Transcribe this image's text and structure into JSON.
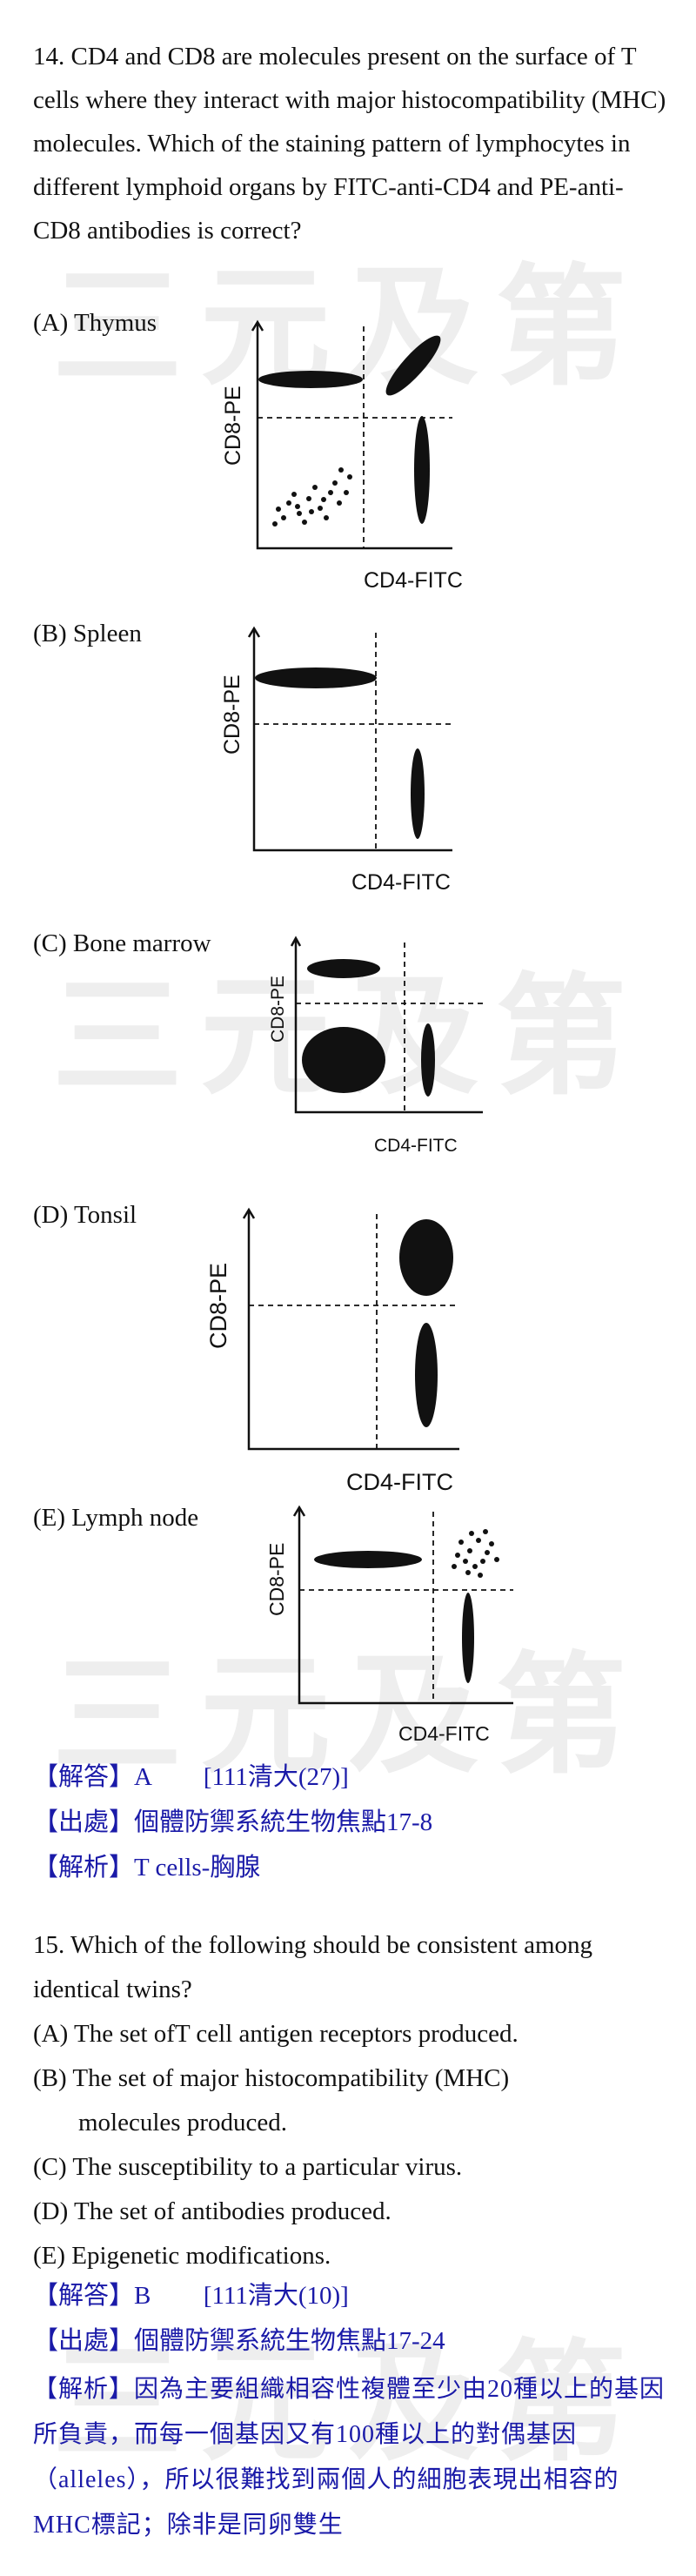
{
  "watermark": "三元及第",
  "q14": {
    "stem": "14. CD4 and CD8 are molecules present on the surface of T cells where they interact with major histocompatibility (MHC) molecules. Which of the staining pattern of lymphocytes in different lymphoid organs by FITC-anti-CD4 and PE-anti-CD8 antibodies is correct?",
    "options": [
      {
        "label": "(A) Thymus",
        "xlabel": "CD4-FITC",
        "ylabel": "CD8-PE"
      },
      {
        "label": "(B) Spleen",
        "xlabel": "CD4-FITC",
        "ylabel": "CD8-PE"
      },
      {
        "label": "(C) Bone marrow",
        "xlabel": "CD4-FITC",
        "ylabel": "CD8-PE"
      },
      {
        "label": "(D) Tonsil",
        "xlabel": "CD4-FITC",
        "ylabel": "CD8-PE"
      },
      {
        "label": "(E) Lymph node",
        "xlabel": "CD4-FITC",
        "ylabel": "CD8-PE"
      }
    ],
    "answer_tag": "【解答】",
    "answer": "A",
    "answer_src": "[111清大(27)]",
    "source_tag": "【出處】",
    "source": "個體防禦系統生物焦點17-8",
    "analysis_tag": "【解析】",
    "analysis": "T cells-胸腺"
  },
  "q15": {
    "stem": "15. Which of the following should be consistent among identical twins?",
    "opt_a": "(A) The set ofT cell antigen receptors produced.",
    "opt_b_1": "(B) The set of major histocompatibility (MHC)",
    "opt_b_2": "molecules produced.",
    "opt_c": "(C) The susceptibility to a particular virus.",
    "opt_d": "(D) The set of antibodies produced.",
    "opt_e": "(E) Epigenetic modifications.",
    "answer_tag": "【解答】",
    "answer": "B",
    "answer_src": "[111清大(10)]",
    "source_tag": "【出處】",
    "source": "個體防禦系統生物焦點17-24",
    "analysis_tag": "【解析】",
    "analysis": "因為主要組織相容性複體至少由20種以上的基因所負責，而每一個基因又有100種以上的對偶基因（alleles），所以很難找到兩個人的細胞表現出相容的MHC標記；除非是同卵雙生"
  }
}
